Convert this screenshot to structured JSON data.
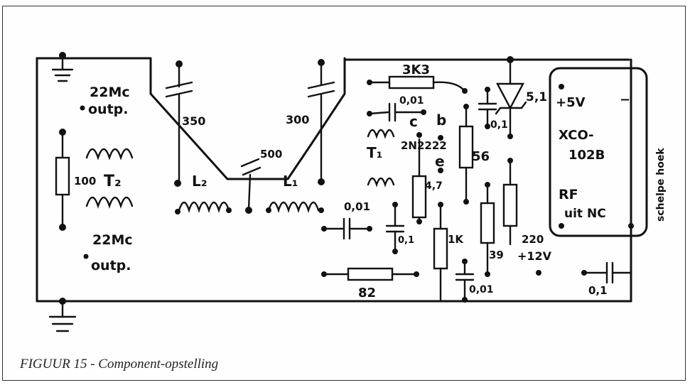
{
  "caption": "FIGUUR 15 - Component-opstelling",
  "labels": {
    "out_top_freq": "22Mc",
    "out_top": "outp.",
    "out_bot_freq": "22Mc",
    "out_bot": "outp.",
    "r100": "100",
    "t2": "T₂",
    "c350": "350",
    "c300": "300",
    "c500": "500",
    "l2": "L₂",
    "l1": "L₁",
    "r3k3": "3K3",
    "c001a": "0,01",
    "c_pin": "c",
    "b_pin": "b",
    "e_pin": "e",
    "t1": "T₁",
    "transistor": "2N2222",
    "r47": "4,7",
    "r56": "56",
    "zener": "5,1",
    "c01a": "0,1",
    "c001b": "0,01",
    "c01b": "0,1",
    "r1k": "1K",
    "r39": "39",
    "r220": "220",
    "v12": "+12V",
    "c001c": "0,01",
    "r82": "82",
    "c01c": "0,1",
    "xco_v5": "+5V",
    "xco_minus": "−",
    "xco_name1": "XCO-",
    "xco_name2": "102B",
    "xco_rf": "RF",
    "xco_nc": "uit NC",
    "side": "schelpe hoek"
  }
}
